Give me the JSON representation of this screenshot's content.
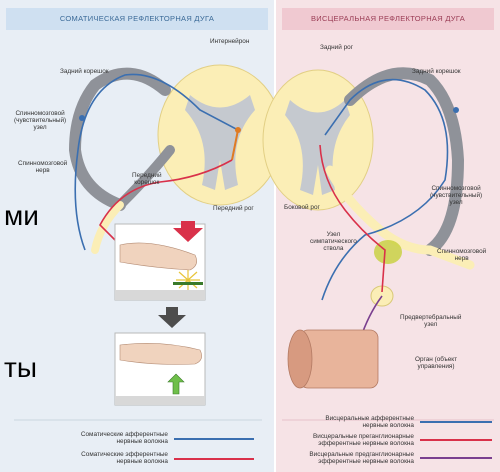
{
  "headers": {
    "somatic": "СОМАТИЧЕСКАЯ РЕФЛЕКТОРНАЯ ДУГА",
    "visceral": "ВИСЦЕРАЛЬНАЯ РЕФЛЕКТОРНАЯ ДУГА"
  },
  "somatic_labels": {
    "interneuron": "Интернейрон",
    "dorsal_root": "Задний корешок",
    "spinal_ganglion": "Спинномозговой\n(чувствительный)\nузел",
    "spinal_nerve": "Спинномозговой\nнерв",
    "ventral_root": "Передний\nкорешок",
    "anterior_horn": "Передний рог"
  },
  "visceral_labels": {
    "posterior_horn": "Задний рог",
    "dorsal_root": "Задний корешок",
    "lateral_horn": "Боковой рог",
    "spinal_ganglion": "Спинномозговой\n(чувствительный)\nузел",
    "sympathetic_ganglion": "Узел\nсимпатического\nствола",
    "spinal_nerve": "Спинномозговой\nнерв",
    "prevertebral_ganglion": "Предвертебральный\nузел",
    "effector_organ": "Орган (объект\nуправления)"
  },
  "somatic_legend": [
    {
      "text": "Соматические афферентные\nнервные волокна",
      "color": "#3b6fb0"
    },
    {
      "text": "Соматические эфферентные\nнервные волокна",
      "color": "#d9314a"
    }
  ],
  "visceral_legend": [
    {
      "text": "Висцеральные афферентные\nнервные волокна",
      "color": "#3b6fb0"
    },
    {
      "text": "Висцеральные преганглионарные\nэфферентные нервные волокна",
      "color": "#d9314a"
    },
    {
      "text": "Висцеральные предганглионарные\nэфферентные нервные волокна",
      "color": "#7a3f8f"
    }
  ],
  "overlay_text": {
    "word1": "ми",
    "word2": "ты"
  },
  "colors": {
    "afferent": "#3b6fb0",
    "efferent": "#d9314a",
    "postganglionic": "#7a3f8f",
    "white_matter": "#fbeeb6",
    "gray_matter": "#c5c9cf",
    "nerve_fill": "#8f9299"
  }
}
